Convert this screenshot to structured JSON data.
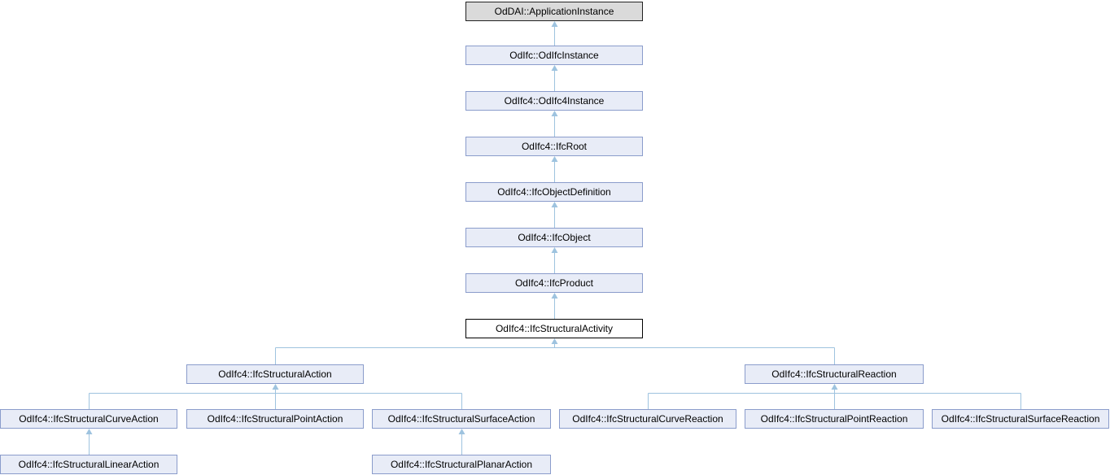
{
  "diagram": {
    "nodes": [
      {
        "id": "app_instance",
        "label": "OdDAI::ApplicationInstance",
        "style": "root"
      },
      {
        "id": "odifc_instance",
        "label": "OdIfc::OdIfcInstance",
        "style": "normal"
      },
      {
        "id": "odifc4_instance",
        "label": "OdIfc4::OdIfc4Instance",
        "style": "normal"
      },
      {
        "id": "ifc_root",
        "label": "OdIfc4::IfcRoot",
        "style": "normal"
      },
      {
        "id": "ifc_object_definition",
        "label": "OdIfc4::IfcObjectDefinition",
        "style": "normal"
      },
      {
        "id": "ifc_object",
        "label": "OdIfc4::IfcObject",
        "style": "normal"
      },
      {
        "id": "ifc_product",
        "label": "OdIfc4::IfcProduct",
        "style": "normal"
      },
      {
        "id": "ifc_structural_activity",
        "label": "OdIfc4::IfcStructuralActivity",
        "style": "current"
      },
      {
        "id": "ifc_structural_action",
        "label": "OdIfc4::IfcStructuralAction",
        "style": "normal"
      },
      {
        "id": "ifc_structural_reaction",
        "label": "OdIfc4::IfcStructuralReaction",
        "style": "normal"
      },
      {
        "id": "ifc_structural_curve_action",
        "label": "OdIfc4::IfcStructuralCurveAction",
        "style": "normal"
      },
      {
        "id": "ifc_structural_point_action",
        "label": "OdIfc4::IfcStructuralPointAction",
        "style": "normal"
      },
      {
        "id": "ifc_structural_surface_action",
        "label": "OdIfc4::IfcStructuralSurfaceAction",
        "style": "normal"
      },
      {
        "id": "ifc_structural_curve_reaction",
        "label": "OdIfc4::IfcStructuralCurveReaction",
        "style": "normal"
      },
      {
        "id": "ifc_structural_point_reaction",
        "label": "OdIfc4::IfcStructuralPointReaction",
        "style": "normal"
      },
      {
        "id": "ifc_structural_surface_reaction",
        "label": "OdIfc4::IfcStructuralSurfaceReaction",
        "style": "normal"
      },
      {
        "id": "ifc_structural_linear_action",
        "label": "OdIfc4::IfcStructuralLinearAction",
        "style": "normal"
      },
      {
        "id": "ifc_structural_planar_action",
        "label": "OdIfc4::IfcStructuralPlanarAction",
        "style": "normal"
      }
    ],
    "edges": [
      {
        "parent": "app_instance",
        "child": "odifc_instance"
      },
      {
        "parent": "odifc_instance",
        "child": "odifc4_instance"
      },
      {
        "parent": "odifc4_instance",
        "child": "ifc_root"
      },
      {
        "parent": "ifc_root",
        "child": "ifc_object_definition"
      },
      {
        "parent": "ifc_object_definition",
        "child": "ifc_object"
      },
      {
        "parent": "ifc_object",
        "child": "ifc_product"
      },
      {
        "parent": "ifc_product",
        "child": "ifc_structural_activity"
      },
      {
        "parent": "ifc_structural_activity",
        "child": "ifc_structural_action"
      },
      {
        "parent": "ifc_structural_activity",
        "child": "ifc_structural_reaction"
      },
      {
        "parent": "ifc_structural_action",
        "child": "ifc_structural_curve_action"
      },
      {
        "parent": "ifc_structural_action",
        "child": "ifc_structural_point_action"
      },
      {
        "parent": "ifc_structural_action",
        "child": "ifc_structural_surface_action"
      },
      {
        "parent": "ifc_structural_reaction",
        "child": "ifc_structural_curve_reaction"
      },
      {
        "parent": "ifc_structural_reaction",
        "child": "ifc_structural_point_reaction"
      },
      {
        "parent": "ifc_structural_reaction",
        "child": "ifc_structural_surface_reaction"
      },
      {
        "parent": "ifc_structural_curve_action",
        "child": "ifc_structural_linear_action"
      },
      {
        "parent": "ifc_structural_surface_action",
        "child": "ifc_structural_planar_action"
      }
    ],
    "colors": {
      "edge": "#9ec3df",
      "node_fill": "#e8ecf7",
      "node_border": "#8a9ccb",
      "root_fill": "#dadada",
      "current_fill": "#ffffff"
    }
  }
}
